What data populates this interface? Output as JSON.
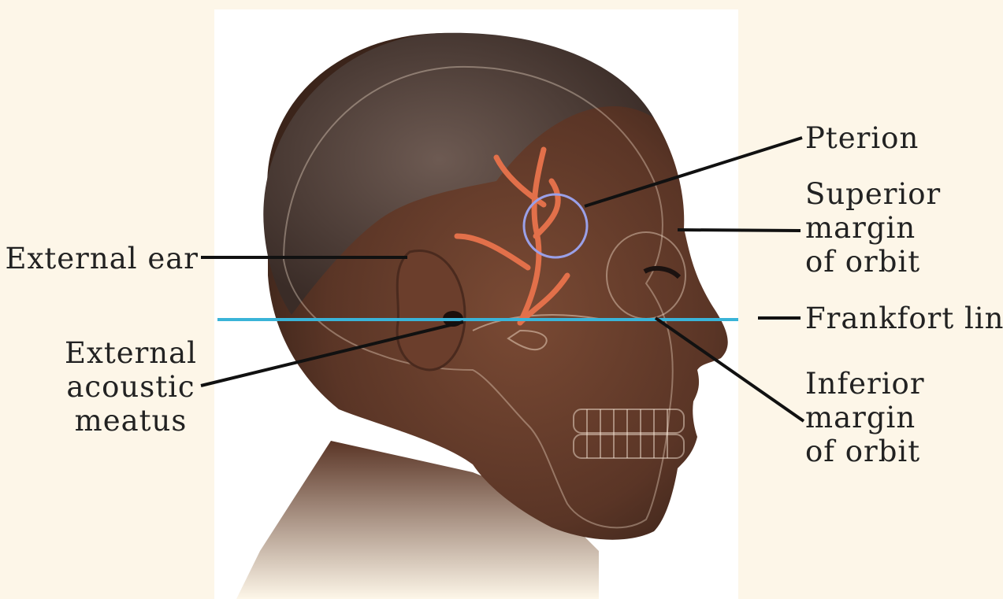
{
  "labels": {
    "pterion": "Pterion",
    "superior_margin": [
      "Superior",
      "margin",
      "of orbit"
    ],
    "external_ear": "External ear",
    "frankfort_line": "Frankfort line",
    "external_acoustic_meatus": [
      "External",
      "acoustic",
      "meatus"
    ],
    "inferior_margin": [
      "Inferior",
      "margin",
      "of orbit"
    ]
  },
  "colors": {
    "background": "#fdf6e8",
    "frankfort_line": "#3ab4d8",
    "leader": "#111111",
    "artery": "#e2704a",
    "pterion_circle": "#9aa0e8"
  }
}
